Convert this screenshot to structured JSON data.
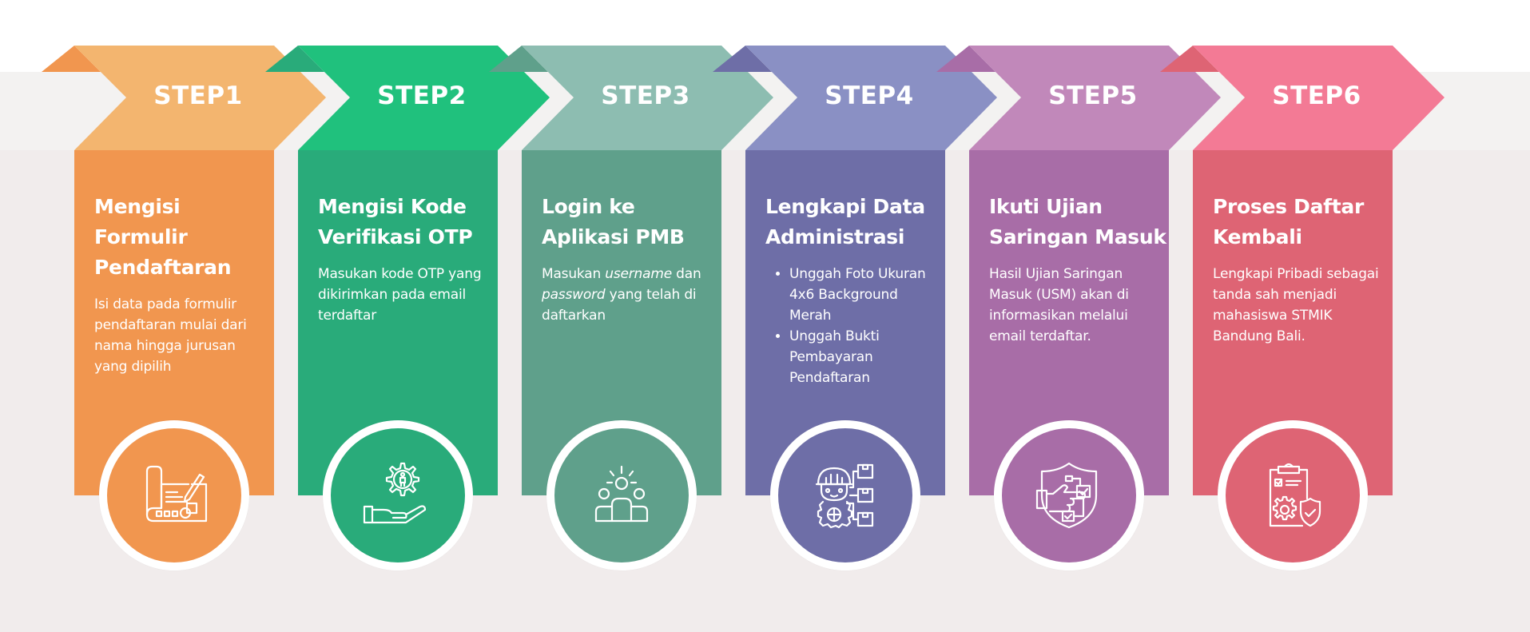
{
  "steps": [
    {
      "label": "STEP1",
      "title": "Mengisi Formulir Pendaftaran",
      "title_lines": [
        "Mengisi",
        "Formulir",
        "Pendaftaran"
      ],
      "description": "Isi data pada formulir pendaftaran mulai dari nama hingga jurusan yang dipilih",
      "icon": "blueprint-pencil-icon",
      "colors": {
        "arrow": "#f3b56f",
        "panel": "#f1964f",
        "shadow": "#f1964f"
      }
    },
    {
      "label": "STEP2",
      "title": "Mengisi Kode Verifikasi OTP",
      "title_lines": [
        "Mengisi Kode",
        "Verifikasi OTP"
      ],
      "description": "Masukan kode OTP yang dikirimkan pada email terdaftar",
      "icon": "hand-gear-person-icon",
      "colors": {
        "arrow": "#20c17d",
        "panel": "#29ab7a",
        "shadow": "#29ab7a"
      }
    },
    {
      "label": "STEP3",
      "title": "Login ke Aplikasi PMB",
      "title_lines": [
        "Login ke",
        "Aplikasi PMB"
      ],
      "description_parts": [
        {
          "text": "Masukan ",
          "italic": false
        },
        {
          "text": "username",
          "italic": true
        },
        {
          "text": " dan ",
          "italic": false
        },
        {
          "text": "password",
          "italic": true
        },
        {
          "text": " yang telah di daftarkan",
          "italic": false
        }
      ],
      "icon": "group-people-icon",
      "colors": {
        "arrow": "#8dbdb1",
        "panel": "#5fa08b",
        "shadow": "#5fa08b"
      }
    },
    {
      "label": "STEP4",
      "title": "Lengkapi Data Administrasi",
      "title_lines": [
        "Lengkapi Data",
        "Administrasi"
      ],
      "bullets": [
        "Unggah Foto Ukuran 4x6 Background Merah",
        "Unggah Bukti Pembayaran Pendaftaran"
      ],
      "icon": "worker-boxes-icon",
      "colors": {
        "arrow": "#8a90c4",
        "panel": "#6e6ea7",
        "shadow": "#6e6ea7"
      }
    },
    {
      "label": "STEP5",
      "title": "Ikuti Ujian Saringan Masuk",
      "title_lines": [
        "Ikuti Ujian",
        "Saringan Masuk"
      ],
      "description": "Hasil Ujian Saringan Masuk (USM) akan di informasikan melalui email terdaftar.",
      "icon": "shield-hand-checklist-icon",
      "colors": {
        "arrow": "#c188ba",
        "panel": "#a86da7",
        "shadow": "#a86da7"
      }
    },
    {
      "label": "STEP6",
      "title": "Proses Daftar Kembali",
      "title_lines": [
        "Proses Daftar",
        "Kembali"
      ],
      "description": "Lengkapi Pribadi sebagai tanda sah menjadi mahasiswa STMIK Bandung Bali.",
      "icon": "clipboard-gear-shield-icon",
      "colors": {
        "arrow": "#f37a95",
        "panel": "#de6474",
        "shadow": "#de6474"
      }
    }
  ],
  "colors": {
    "background_top": "#ffffff",
    "band": "#f3f2f1",
    "background_bottom": "#f1ecec",
    "icon_stroke": "#ffffff"
  }
}
